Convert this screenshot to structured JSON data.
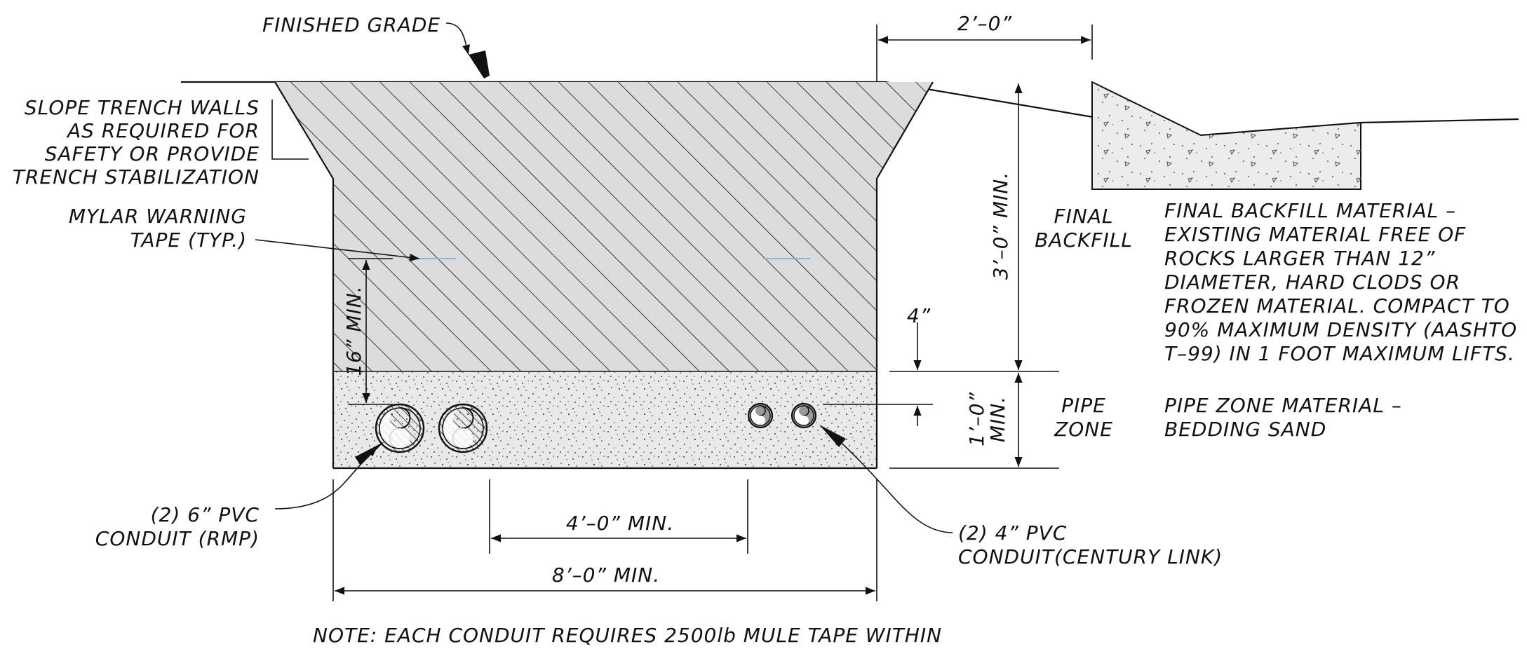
{
  "labels": {
    "finished_grade": "FINISHED GRADE",
    "slope_note": [
      "SLOPE TRENCH WALLS",
      "AS REQUIRED FOR",
      "SAFETY OR PROVIDE",
      "TRENCH STABILIZATION"
    ],
    "mylar_tape": [
      "MYLAR WARNING",
      "TAPE (TYP.)"
    ],
    "final_backfill_zone": [
      "FINAL",
      "BACKFILL"
    ],
    "final_backfill_desc": [
      "FINAL BACKFILL MATERIAL –",
      "EXISTING MATERIAL FREE OF",
      "ROCKS LARGER THAN 12”",
      "DIAMETER, HARD CLODS OR",
      "FROZEN MATERIAL. COMPACT TO",
      "90% MAXIMUM DENSITY (AASHTO",
      "T–99) IN 1 FOOT MAXIMUM LIFTS."
    ],
    "pipe_zone": [
      "PIPE",
      "ZONE"
    ],
    "pipe_zone_desc": [
      "PIPE ZONE MATERIAL –",
      "BEDDING SAND"
    ],
    "conduit_6in": [
      "(2) 6” PVC",
      "CONDUIT (RMP)"
    ],
    "conduit_4in": [
      "(2) 4” PVC",
      "CONDUIT(CENTURY LINK)"
    ],
    "note": "NOTE: EACH CONDUIT REQUIRES 2500lb MULE TAPE WITHIN"
  },
  "dimensions": {
    "top_offset": "2’–0”",
    "depth_min": "3’–0” MIN.",
    "tape_depth": "16” MIN.",
    "cover_4in": "4”",
    "pipe_zone_depth": [
      "1’–0”",
      "MIN."
    ],
    "conduit_spacing": "4’–0” MIN.",
    "trench_width": "8’–0” MIN."
  },
  "colors": {
    "line": "#111111",
    "backfill_fill": "#dcdcdc",
    "sand_fill": "#e9e9e9",
    "tape": "#8fb4d6"
  }
}
